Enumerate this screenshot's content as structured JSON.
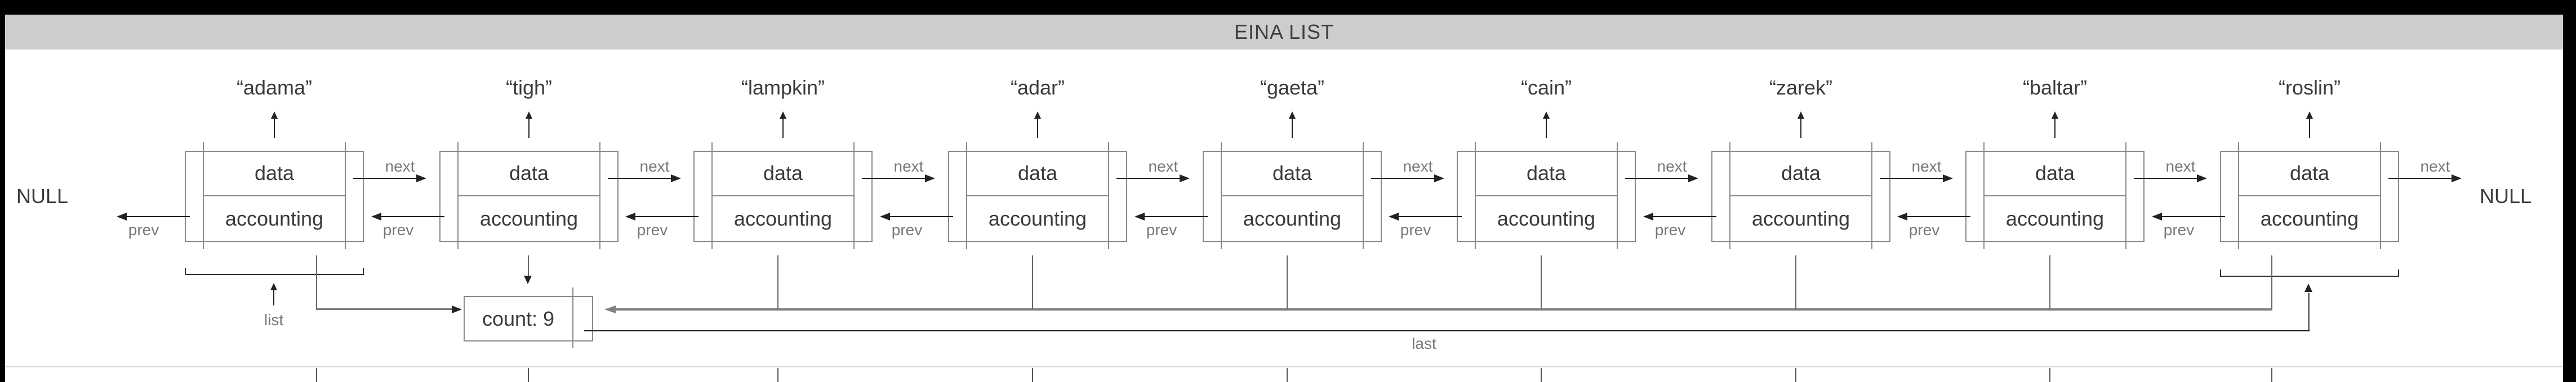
{
  "window": {
    "title": "EINA LIST"
  },
  "diagram": {
    "null_left": "NULL",
    "null_right": "NULL",
    "node_fields": {
      "data": "data",
      "accounting": "accounting"
    },
    "arrow_labels": {
      "next": "next",
      "prev": "prev"
    },
    "pointer_labels": {
      "list": "list",
      "last": "last"
    },
    "count_box": {
      "text": "count: 9"
    },
    "nodes": [
      {
        "name": "“adama”"
      },
      {
        "name": "“tigh”"
      },
      {
        "name": "“lampkin”"
      },
      {
        "name": "“adar”"
      },
      {
        "name": "“gaeta”"
      },
      {
        "name": "“cain”"
      },
      {
        "name": "“zarek”"
      },
      {
        "name": "“baltar”"
      },
      {
        "name": "“roslin”"
      }
    ],
    "colors": {
      "titlebar_bg": "#cdcdcd",
      "frame": "#000000",
      "box_border": "#8a8a8a",
      "text_dark": "#3a3a3a",
      "text_gray": "#787878",
      "bus_gray": "#808080",
      "line_dark": "#222222",
      "panel_divider": "#d9d9d9"
    }
  }
}
